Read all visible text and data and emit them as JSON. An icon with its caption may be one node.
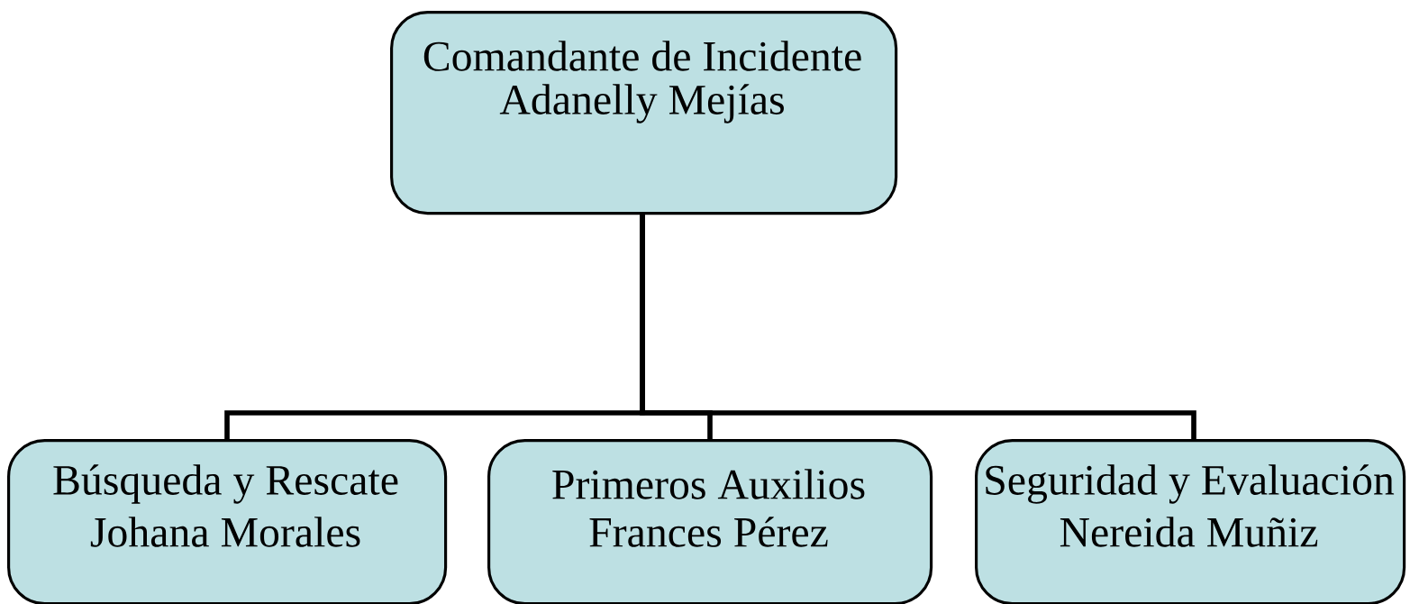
{
  "diagram": {
    "nodes": [
      {
        "text": [
          "Comandante de Incidente",
          "Adanelly Mejías"
        ]
      },
      {
        "text": [
          "Búsqueda y Rescate",
          "Johana Morales"
        ]
      },
      {
        "text": [
          "Primeros Auxilios",
          "Frances Pérez"
        ]
      },
      {
        "text": [
          "Seguridad y Evaluación",
          "Nereida Muñiz"
        ]
      }
    ],
    "edges": [
      {
        "from": 0,
        "to": 1,
        "arrow": "none"
      },
      {
        "from": 0,
        "to": 2,
        "arrow": "none"
      },
      {
        "from": 0,
        "to": 3,
        "arrow": "none"
      }
    ]
  }
}
